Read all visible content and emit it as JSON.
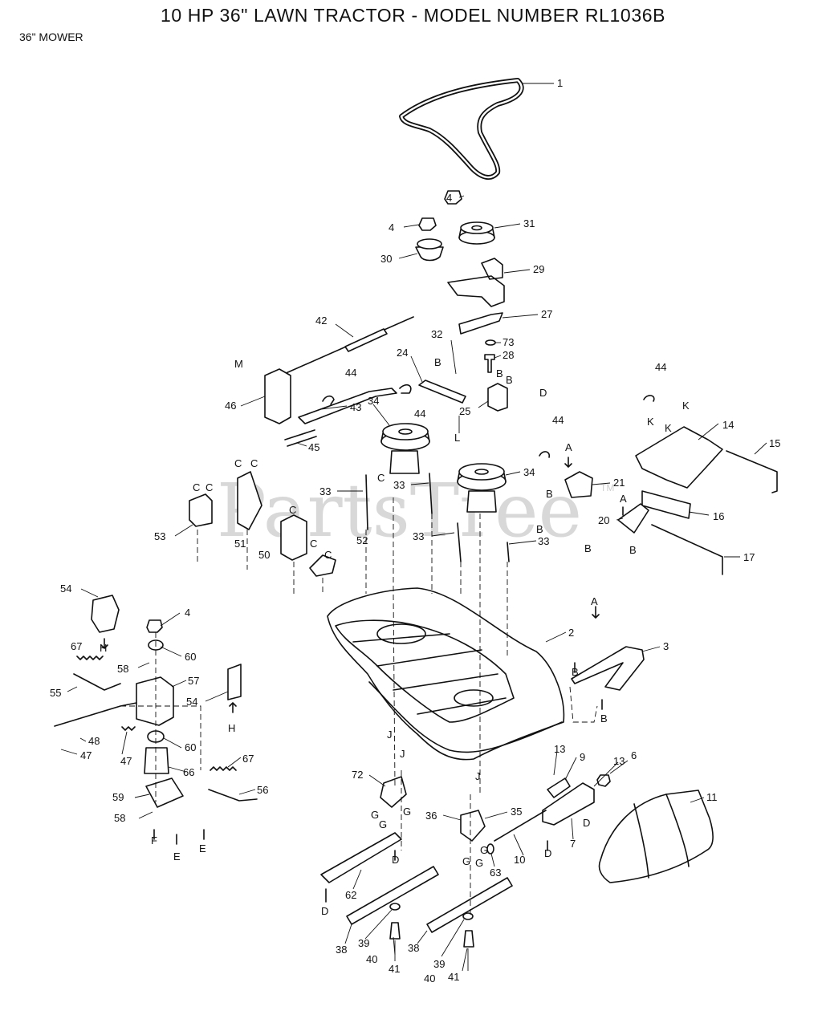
{
  "header": {
    "title": "10 HP 36\" LAWN TRACTOR - MODEL NUMBER RL1036B",
    "subtitle": "36\" MOWER"
  },
  "watermark": {
    "text": "PartsTree",
    "trademark": "TM"
  },
  "diagram": {
    "callouts": [
      "1",
      "4",
      "4",
      "31",
      "30",
      "29",
      "27",
      "42",
      "32",
      "73",
      "28",
      "24",
      "44",
      "44",
      "44",
      "44",
      "43",
      "46",
      "25",
      "34",
      "34",
      "45",
      "21",
      "14",
      "15",
      "16",
      "20",
      "17",
      "33",
      "33",
      "33",
      "33",
      "53",
      "51",
      "50",
      "52",
      "54",
      "54",
      "4",
      "60",
      "60",
      "67",
      "67",
      "58",
      "58",
      "57",
      "55",
      "48",
      "47",
      "47",
      "66",
      "56",
      "59",
      "2",
      "3",
      "13",
      "13",
      "9",
      "6",
      "11",
      "72",
      "35",
      "36",
      "10",
      "7",
      "63",
      "62",
      "38",
      "38",
      "39",
      "39",
      "40",
      "40",
      "41",
      "41"
    ],
    "letters": [
      "M",
      "L",
      "B",
      "B",
      "B",
      "D",
      "K",
      "K",
      "K",
      "A",
      "A",
      "B",
      "B",
      "B",
      "B",
      "C",
      "C",
      "C",
      "C",
      "C",
      "C",
      "C",
      "C",
      "H",
      "H",
      "A",
      "B",
      "B",
      "J",
      "J",
      "J",
      "G",
      "G",
      "G",
      "G",
      "G",
      "G",
      "D",
      "D",
      "D",
      "D",
      "F",
      "E",
      "E"
    ]
  }
}
